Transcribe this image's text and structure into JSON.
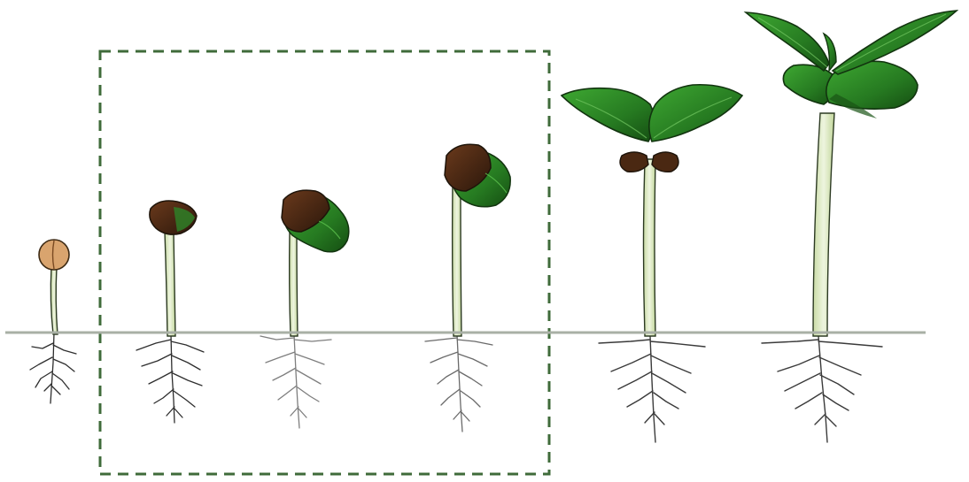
{
  "colors": {
    "background": "#ffffff",
    "ground_line": "#a9b0a6",
    "dashed_box": "#3f6b3a",
    "stem": "#dfeac8",
    "stem_outline": "#2c3a22",
    "seed_coat": "#d9a46e",
    "seed_coat_dark": "#4a2a15",
    "leaf": "#2f8f2a",
    "leaf_dark": "#1d5a17",
    "root": "#3a3a3a",
    "root_light": "#8a8a8a"
  },
  "stages": [
    {
      "name": "germinating-seed"
    },
    {
      "name": "hook-emergence"
    },
    {
      "name": "cotyledons-opening"
    },
    {
      "name": "cotyledons-rising"
    },
    {
      "name": "first-true-leaves"
    },
    {
      "name": "established-seedling"
    }
  ],
  "highlight": {
    "style": "dashed",
    "covers_stages": [
      2,
      3,
      4
    ]
  }
}
